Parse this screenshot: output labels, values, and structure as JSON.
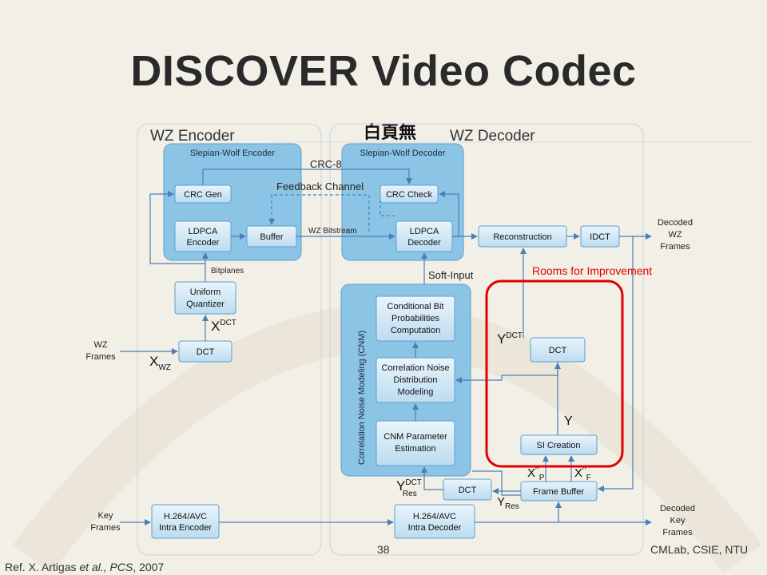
{
  "slide": {
    "title": "DISCOVER Video Codec",
    "decoration_text": "白頁無",
    "page_number": "38",
    "institution": "CMLab, CSIE, NTU",
    "reference": {
      "prefix": "Ref. X. Artigas ",
      "authors": "et al., PCS",
      "year": ", 2007"
    }
  },
  "diagram": {
    "encoder_title": "WZ Encoder",
    "decoder_title": "WZ Decoder",
    "sw_encoder": "Slepian-Wolf Encoder",
    "sw_decoder": "Slepian-Wolf Decoder",
    "crc_gen": "CRC Gen",
    "crc_check": "CRC Check",
    "crc8": "CRC-8",
    "feedback": "Feedback Channel",
    "ldpca_enc": [
      "LDPCA",
      "Encoder"
    ],
    "ldpca_dec": [
      "LDPCA",
      "Decoder"
    ],
    "buffer": "Buffer",
    "wz_bitstream": "WZ Bitstream",
    "reconstruction": "Reconstruction",
    "idct": "IDCT",
    "decoded_wz": [
      "Decoded",
      "WZ",
      "Frames"
    ],
    "bitplanes": "Bitplanes",
    "quantizer": [
      "Uniform",
      "Quantizer"
    ],
    "x_dct": {
      "base": "X",
      "sup": "DCT"
    },
    "dct": "DCT",
    "wz_frames": [
      "WZ",
      "Frames"
    ],
    "x_wz": {
      "base": "X",
      "sub": "WZ"
    },
    "soft_input": "Soft-Input",
    "cnm_label": "Correlation Noise Modeling (CNM)",
    "cbp": [
      "Conditional Bit",
      "Probabilities",
      "Computation"
    ],
    "cnd": [
      "Correlation Noise",
      "Distribution",
      "Modeling"
    ],
    "cnm_param": [
      "CNM Parameter",
      "Estimation"
    ],
    "rooms": "Rooms for Improvement",
    "y_dct": {
      "base": "Y",
      "sup": "DCT"
    },
    "y": "Y",
    "si_creation": "SI Creation",
    "xp": {
      "base": "X",
      "mark": "^",
      "sub": "P"
    },
    "xf": {
      "base": "X",
      "mark": "^",
      "sub": "F"
    },
    "frame_buffer": "Frame Buffer",
    "y_res_dct": {
      "base": "Y",
      "sup": "DCT",
      "sub": "Res"
    },
    "y_res": {
      "base": "Y",
      "sub": "Res"
    },
    "key_frames": [
      "Key",
      "Frames"
    ],
    "h264_enc": [
      "H.264/AVC",
      "Intra Encoder"
    ],
    "h264_dec": [
      "H.264/AVC",
      "Intra Decoder"
    ],
    "decoded_key": [
      "Decoded",
      "Key",
      "Frames"
    ]
  }
}
